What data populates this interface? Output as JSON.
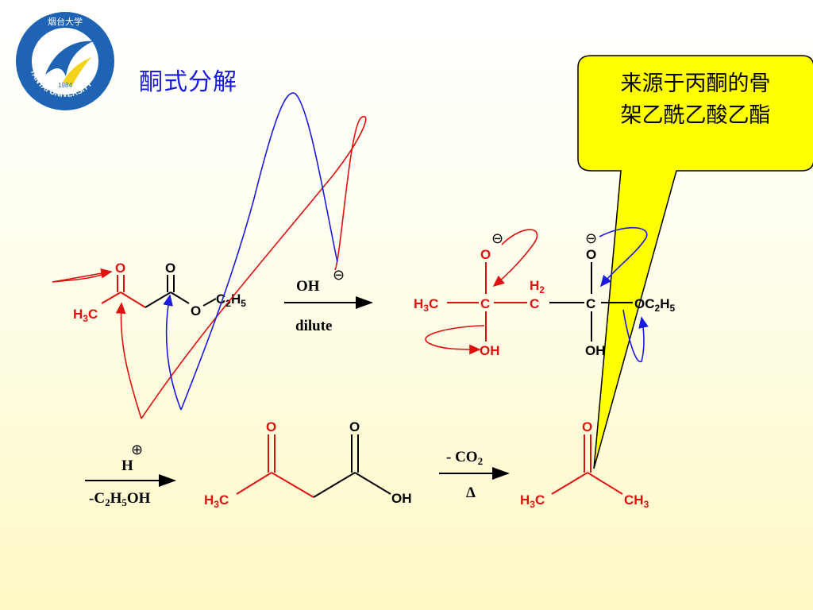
{
  "title": "酮式分解",
  "logo": {
    "ring_text": "YANTAI UNIVERSITY",
    "year": "1984",
    "seal_text": "烟台大学",
    "colors": {
      "ring": "#1f63b5",
      "inner": "#ffffff",
      "swirl": "#1f63b5",
      "accent": "#f2d21b"
    }
  },
  "callout": {
    "lines": [
      "来源于丙酮的骨",
      "架乙酰乙酸乙酯"
    ],
    "fill": "#ffff00",
    "border": "#000000"
  },
  "colors": {
    "red": "#e01010",
    "blue": "#1a1ae0",
    "black": "#000000"
  },
  "step1": {
    "reactant": {
      "o_ketone": "O",
      "o_carbonyl": "O",
      "o_ester": "O",
      "ethyl": "C2H5",
      "methyl": "H3C"
    },
    "reagent": "OH",
    "reagent_charge": "⊖",
    "condition": "dilute"
  },
  "intermediate": {
    "o_minus_left": "O",
    "o_minus_right": "O",
    "charge": "⊖",
    "methyl": "H3C",
    "c_left": "C",
    "ch2": "C",
    "ch2_h": "H2",
    "c_right": "C",
    "ester": "OC2H5",
    "oh_left": "OH",
    "oh_right": "OH"
  },
  "step2": {
    "reagent": "H",
    "reagent_charge": "⊕",
    "condition": "-C2H5OH",
    "product": {
      "o1": "O",
      "o2": "O",
      "methyl": "H3C",
      "oh": "OH"
    }
  },
  "step3": {
    "condition_top": "- CO2",
    "condition_bottom": "Δ",
    "product": {
      "o": "O",
      "left": "H3C",
      "right": "CH3"
    }
  }
}
